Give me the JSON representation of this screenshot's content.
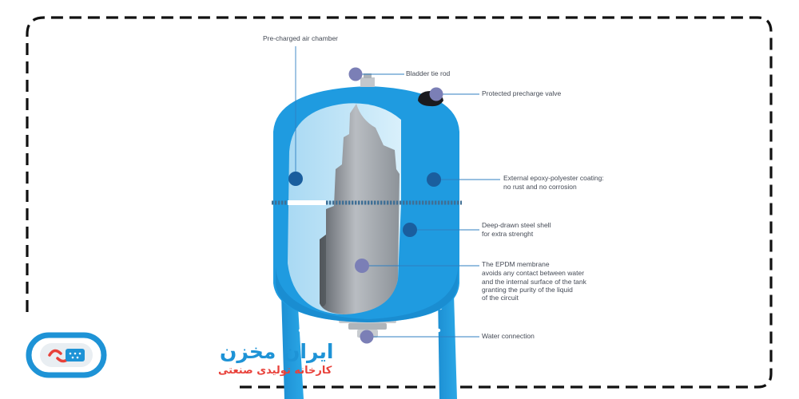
{
  "diagram": {
    "labels": {
      "air_chamber": "Pre-charged air chamber",
      "tie_rod": "Bladder tie rod",
      "precharge_valve": "Protected precharge valve",
      "coating": [
        "External epoxy-polyester coating:",
        "no rust and no corrosion"
      ],
      "shell": [
        "Deep-drawn steel shell",
        "for extra strenght"
      ],
      "membrane": [
        "The EPDM membrane",
        "avoids any contact between water",
        "and the internal surface of the tank",
        "granting the purity of the liquid",
        "of the circuit"
      ],
      "water_connection": "Water connection"
    },
    "colors": {
      "tank_blue": "#1f9be0",
      "tank_blue_dark": "#1682c4",
      "air_light": "#bde3f7",
      "membrane_gray": "#9aa0a6",
      "marker": "#7b7fb6",
      "marker_dark": "#1a5e9e",
      "leader": "#2f7fc1"
    }
  },
  "logo": {
    "title": "ایران مخزن",
    "subtitle": "کارخانه تولیدی صنعتی",
    "color_primary": "#1e93d6",
    "color_secondary": "#e8413a"
  }
}
